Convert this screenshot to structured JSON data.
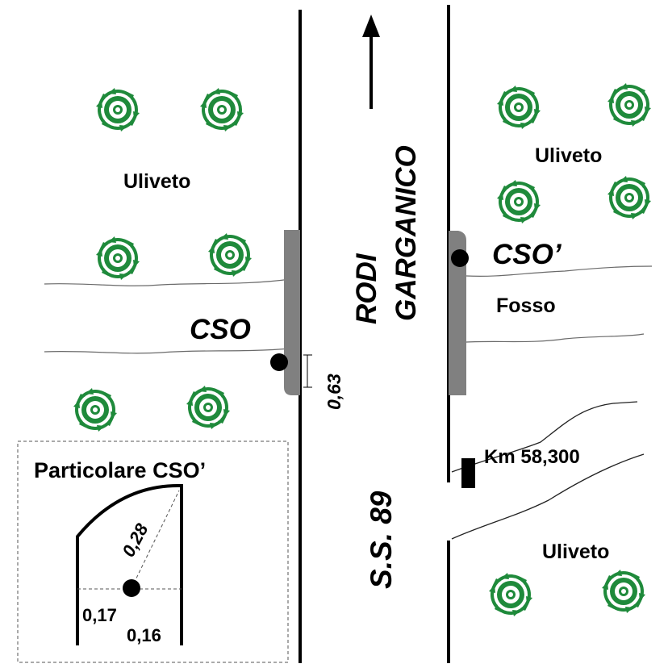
{
  "road": {
    "direction_name": "RODI GARGANICO",
    "direction_line1": "RODI",
    "direction_line2": "GARGANICO",
    "route": "S.S. 89"
  },
  "areas": {
    "uliveto_left": "Uliveto",
    "uliveto_right_top": "Uliveto",
    "uliveto_right_bottom": "Uliveto",
    "fosso": "Fosso"
  },
  "points": {
    "cso": "CSO",
    "cso_prime": "CSO’"
  },
  "dimensions": {
    "cso_offset": "0,63"
  },
  "milestone": {
    "label": "Km 58,300"
  },
  "detail": {
    "title": "Particolare CSO’",
    "radius": "0,28",
    "width_a": "0,17",
    "width_b": "0,16"
  },
  "colors": {
    "tree_green": "#1f8a3b",
    "shoulder_gray": "#808080",
    "line_black": "#000000"
  },
  "icons": {
    "tree": "olive-tree-icon",
    "arrow": "north-arrow-icon"
  }
}
